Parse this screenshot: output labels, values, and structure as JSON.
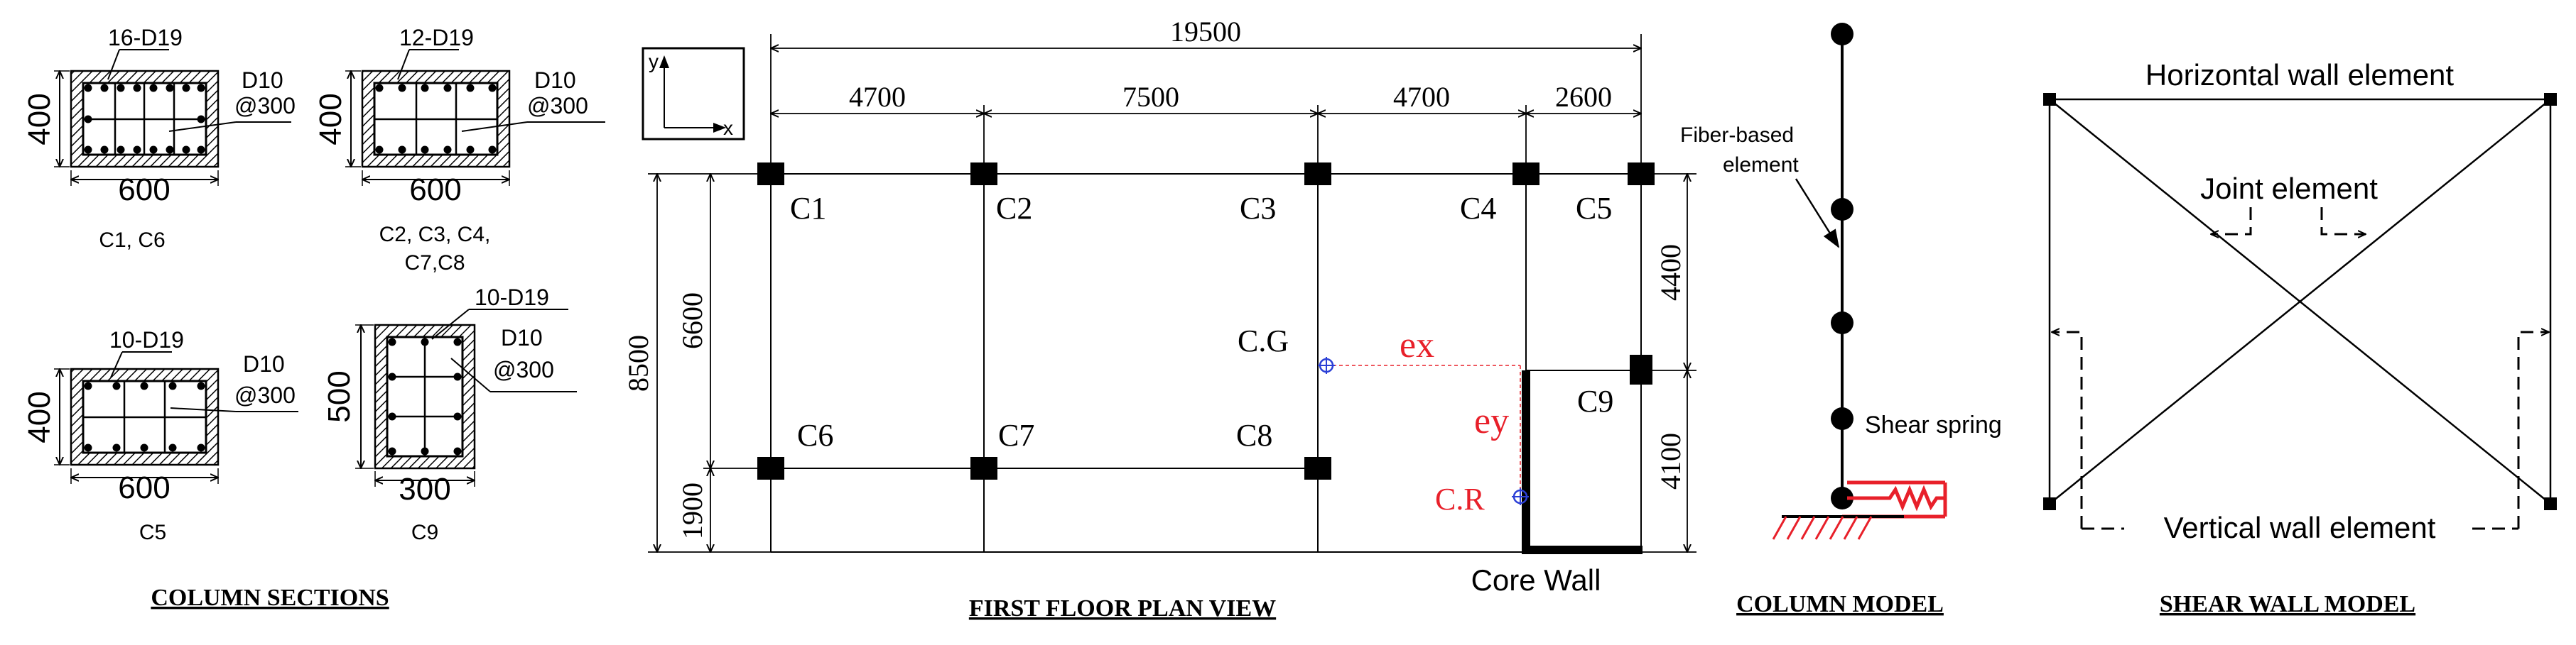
{
  "column_sections": {
    "caption": "COLUMN SECTIONS",
    "c1_c6": {
      "bars": "16-D19",
      "tie_size": "D10",
      "tie_spacing": "@300",
      "height": "400",
      "width": "600",
      "label": "C1, C6"
    },
    "c2_c8": {
      "bars": "12-D19",
      "tie_size": "D10",
      "tie_spacing": "@300",
      "height": "400",
      "width": "600",
      "label_line1": "C2, C3, C4,",
      "label_line2": "C7,C8"
    },
    "c5": {
      "bars": "10-D19",
      "tie_size": "D10",
      "tie_spacing": "@300",
      "height": "400",
      "width": "600",
      "label": "C5"
    },
    "c9": {
      "bars": "10-D19",
      "tie_size": "D10",
      "tie_spacing": "@300",
      "height": "500",
      "width": "300",
      "label": "C9"
    }
  },
  "plan_view": {
    "caption": "FIRST FLOOR PLAN VIEW",
    "axis_y": "y",
    "axis_x": "x",
    "dim_total": "19500",
    "dim_spans": [
      "4700",
      "7500",
      "4700",
      "2600"
    ],
    "dim_left_total": "8500",
    "dim_left_spans": [
      "6600",
      "1900"
    ],
    "dim_right_spans": [
      "4400",
      "4100"
    ],
    "columns": [
      "C1",
      "C2",
      "C3",
      "C4",
      "C5",
      "C6",
      "C7",
      "C8",
      "C9"
    ],
    "cg_label": "C.G",
    "cr_label": "C.R",
    "ex_label": "ex",
    "ey_label": "ey",
    "core_wall_label": "Core Wall",
    "highlight_color": "#e8202a",
    "marker_color": "#2b3fd6"
  },
  "column_model": {
    "caption": "COLUMN MODEL",
    "fiber_label_line1": "Fiber-based",
    "fiber_label_line2": "element",
    "shear_spring_label": "Shear spring"
  },
  "shear_wall_model": {
    "caption": "SHEAR WALL MODEL",
    "horizontal_label": "Horizontal wall element",
    "joint_label": "Joint element",
    "vertical_label": "Vertical wall element"
  }
}
